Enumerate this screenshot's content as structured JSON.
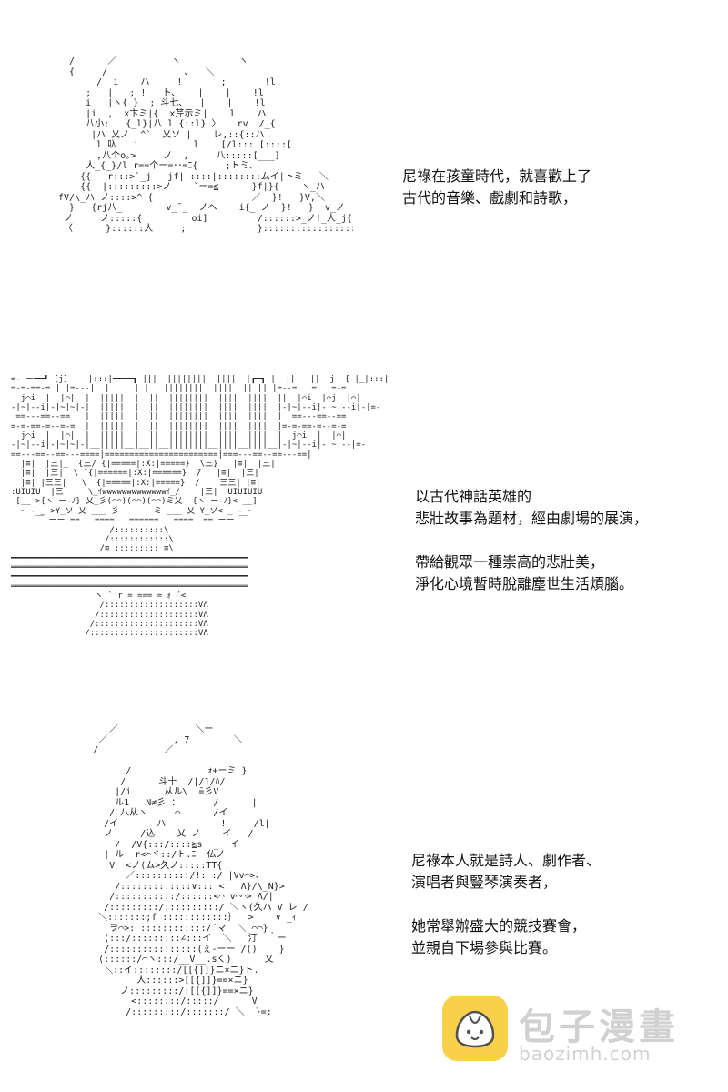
{
  "panels": [
    {
      "art": "   /      ／          ヽ         ｀ヽ\n   {     /              ､   ＼\n        /  i    ハ     !       ;       !l\n      ;   |   ; !   ト､    |    |    !l\n      i   |ヽ{ }  ; 斗七､   |    |    !l\n      |i  ,  x卞ミ|{  x芹示ミ|    l    ハ\n      八小;   {_l}|八 l {::l} 〉   rv  /_{\n       |ハ 乂ノ  ^`  乂ソ |    レ,::{::ハ\n        l 叺   ′          l    [/l::: [::::[\n        ,八个o｡>     ノ  ,     八:::::[___]\n      人_{_}/l r==个ー=･･=ﾆ{     ;トミ､\n     {{   r:::>`_j   jf||::::|::::::::ムイ|トミ   ＼\n     {{  |:::::::::>ノ    `ー=≦      }f|}{    ヽ_ハ\n fV/\\_ハ ノ::::>^ {                  ／  }!   }V,＼\n   }   {rj八_        v_¯_  ノヘ    i{_ ノ  }!   }  v_ノ\n  ノ     ノ:::::{         oi]         /::::::>_ノ!_人_j{\n  〈      }::::::人     ;             }:::::::::::::::::: } |:::|",
      "caption": "尼祿在孩童時代，就喜歡上了\n古代的音樂、戲劇和詩歌，"
    },
    {
      "art": "=- ー━━┛ {j}    |:::|━━━━┓ |||  ||||||||  ||||  |┏━┓ |  ||   ||  j  { |_|:::|\n=-=-==-= | |=---|  |     | |   ||||||||  ||||  || || |=--=   =  |=-=\n  j⌒i  |  |⌒|  |  |||||  |  ||  ||||||||  ||||  ||||  ||  |⌒i  |⌒j  |⌒|\n-|~|--i|-|~|~|-|  |||||  |  ||  ||||||||  ||||  ||||  |-|~|--i|-|~|--i|-|=-\n ==---==--==   |  |||||  |  ||  ||||||||  ||||  ||||  |  ==---==--==\n=-=-==-=--=-=  |  |||||  |  ||  ||||||||  ||||  ||||  |=-=-==-=--=-=\n  j⌒i  |  |⌒|  |  |||||  |  ||  ||||||||  ||||  ||||  |  j⌒i  |  |⌒|\n-|~|--i|-|~|~|-|__|||||__|__||__||||||||__||||__||||__|-|~|--i|-|~|--|=-\n==---==--==---====|=======================|===---==--==---==|\n  |≡|  |三|_  {三/ ̄{|=====|:X:|=====}  ̄\\三}   |≡|  |三|\n  |≡|  |三|  \\ ̄ {|======|:X:|======}  ̄/   |≡|  |三|\n  |≡| |三三|   \\  {|=====|:X:|=====}  /   |三三| |≡|\n:UIUIU  |三|    \\_ｲwwwwwwwwwwwwwｲ_/    |三|  UIUIUIU\n [__ >{ヽ-ー-ﾉ} 乂_彡(⌒⌒)(⌒⌒)(⌒⌒)ミ乂  {ヽ-ー-ﾉ}< __]\n  ~ - _ >Y_ソ 乂 ___ 彡       ミ ___ 乂 Y_ソ< _ - ~\n     ￣ ーー ==   ====   ======   ====  == ーー ￣\n                    /::::::::::\\\n                   /::::::::::::\\\n                  /≡ ::::::::: ≡\\\n━━━━━━━━━━━━━━━━━━━━━━━━━━━━━━━━━━━━━━━━━━━━━━━━\n════════════════════════════════════════════════\n━━━━━━━━━━━━━━━━━━━━━━━━━━━━━━━━━━━━━━━━━━━━━━━━\n════════════════════════════════════════════════\n                 ヽ ` r = === = ｫ ´<\n                  /:::::::::::::::::::VΛ\n                 /::::::::::::::::::::VΛ\n                /:::::::::::::::::::::VΛ\n               /::::::::::::::::::::::VΛ",
      "caption": "以古代神話英雄的\n悲壯故事為題材，經由劇場的展演，\n\n帶給觀眾一種崇高的悲壯美，\n淨化心境暫時脫離塵世生活煩腦。"
    },
    {
      "art": "       ／              ＼ー\n     ／            , 7        ＼\n    /            ／\n\n          /              ｫ+ーミ }\n         /      斗十  /|/1/ﾊ/\n        |/i      从ル\\  ̄=彡V\n        ル1   N≠彡 ：      /      |\n       / 八从ヽ     ⌒      /イ\n      /イ       ハ          !     /l|\n      ノ     /込    乂 ノ    イ   /\n        /  /V{:::/::::≧s  _  イ\n      | ル  r<⌒ヾ::/ト.ﾆ  仏ノ\n       V  <ノ(ム>久ノ:::::TT{\n          ／::::::::::/!: :/ |Vv⌒>、\n        /:::::::::::::∨::: <   Λ}/\\_N}>\n       /:::::::::::/::::::<⌒ v⌒⌒> Λ/|\n      /:::::::::/::::::::::/ ＼ヽ(久ハ V レ /\n     ＼:::::::;f ::::::::::::｝  >    ∨ _ｨ\n       ヲ⌒>: ::::::::::::/´マ  ＼ ⌒⌒}\n      ⟨:::/:::::::::∠:::イ  ＼   汀  ｀ー\n      /::::::::::::::::(ぇ-ーー /()    }\n     ⟨::::::/⌒ヽ:::/__V__.sく)      乂\n      ＼::イ::::::::/[[{]]}ニ×ニ}ト.\n            人::::::>[[{]]}==×ニ}\n         ノ:::::::::/:[[{]]}==×ニ}\n           <::::::::/:::::/      V\n          /:::::::::/:::::::/ ＼  }=:",
      "caption": "尼祿本人就是詩人、劇作者、\n演唱者與豎琴演奏者，\n\n她常舉辦盛大的競技賽會，\n並親自下場參與比賽。"
    }
  ],
  "watermark": {
    "title": "包子漫畫",
    "url": "baozimh.com",
    "icon": "steamed-bun-icon",
    "brand_color": "#f7c82a"
  }
}
